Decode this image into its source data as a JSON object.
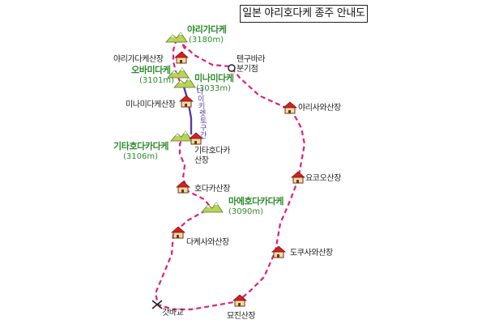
{
  "title": "일본 야리호다케 종주 안내도",
  "peaks": [
    {
      "name": "야리가다케",
      "elevation": "(3180m)"
    },
    {
      "name": "오바미다케",
      "elevation": "(3101m)"
    },
    {
      "name": "미나미다케",
      "elevation": "(3033m)"
    },
    {
      "name": "기타호다카다케",
      "elevation": "(3106m)"
    },
    {
      "name": "마에호다카다케",
      "elevation": "(3090m)"
    }
  ],
  "huts": [
    "야리가다케산장",
    "미나미다케산장",
    "기타호다카",
    "산장",
    "호다카산장",
    "다케사와산장",
    "야리사와산장",
    "요코오산장",
    "도쿠사와산장",
    "묘진산장"
  ],
  "junction": [
    "텐구바라",
    "분기점"
  ],
  "trailhead": "갓바교",
  "section_label": [
    "다",
    "이",
    "키",
    "렛",
    "토",
    "구",
    "간"
  ],
  "colors": {
    "trail": "#e0207a",
    "ridge_section": "#5b3aa8",
    "peak_text": "#2e8b2e",
    "hut_roof": "#d42020"
  }
}
